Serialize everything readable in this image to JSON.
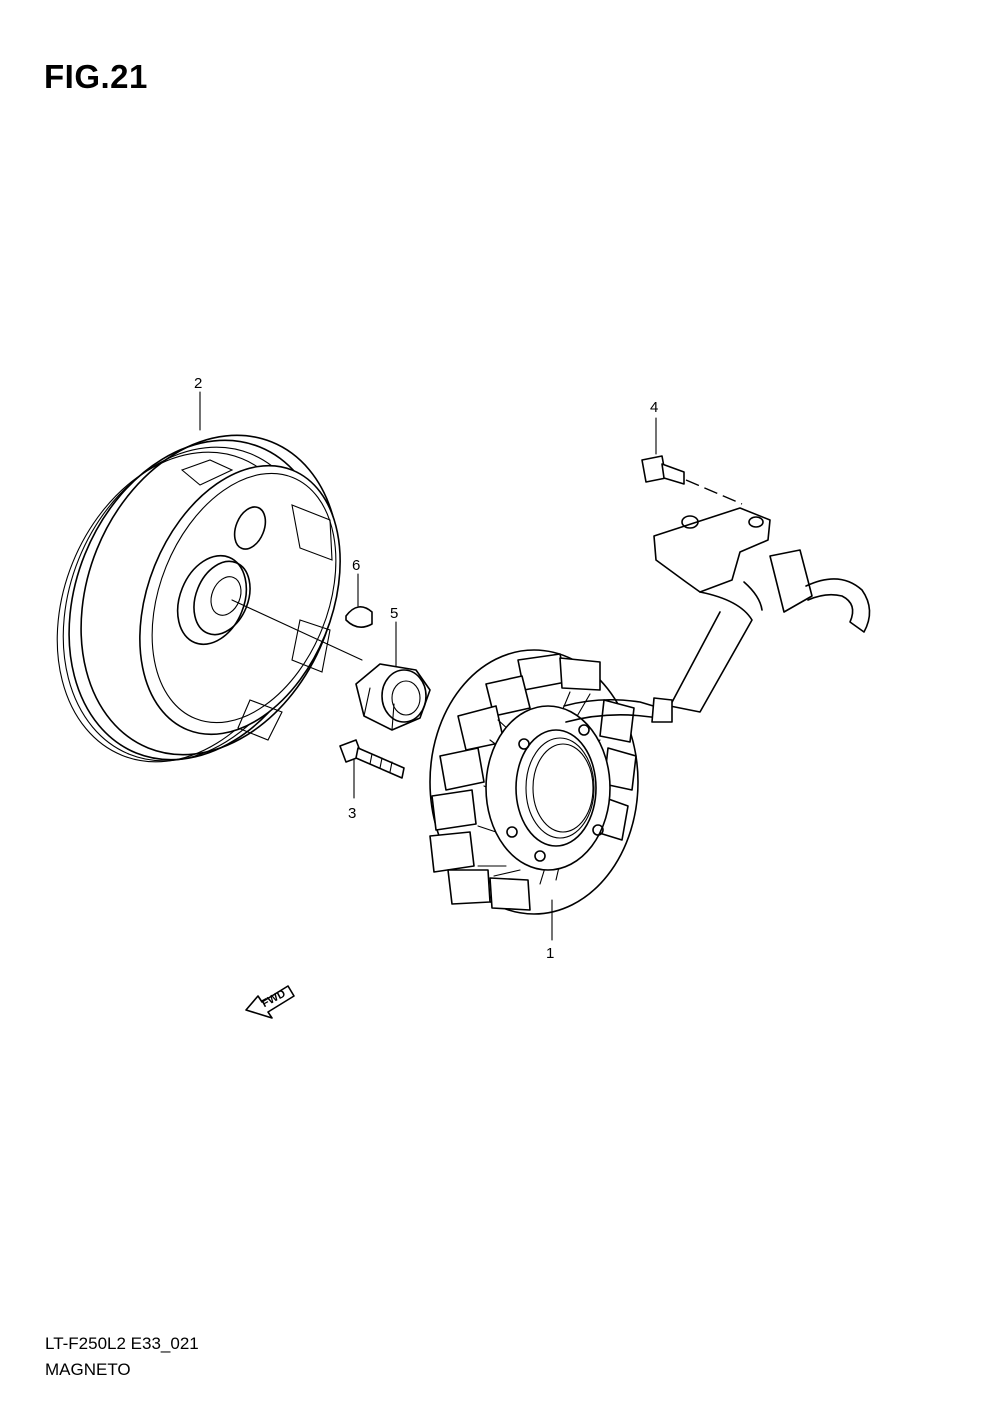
{
  "figure": {
    "title": "FIG.21"
  },
  "footer": {
    "model_code": "LT-F250L2 E33_021",
    "section_name": "MAGNETO"
  },
  "callouts": [
    {
      "id": "1",
      "label": "1",
      "part": "stator"
    },
    {
      "id": "2",
      "label": "2",
      "part": "rotor-flywheel"
    },
    {
      "id": "3",
      "label": "3",
      "part": "bolt"
    },
    {
      "id": "4",
      "label": "4",
      "part": "screw"
    },
    {
      "id": "5",
      "label": "5",
      "part": "nut"
    },
    {
      "id": "6",
      "label": "6",
      "part": "key"
    }
  ],
  "direction_marker": {
    "label": "FWD",
    "icon": "forward-arrow-icon"
  }
}
